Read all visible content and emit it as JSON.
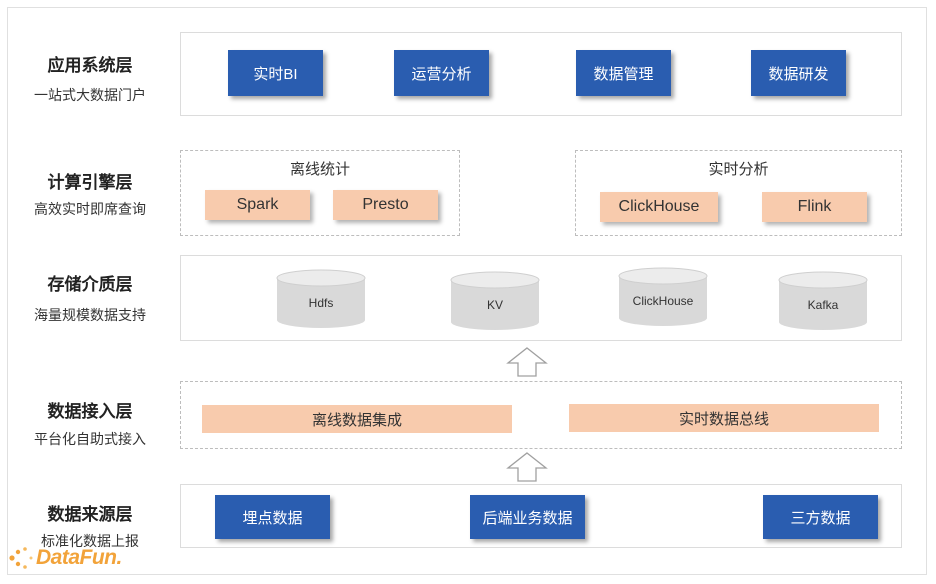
{
  "layers": [
    {
      "title": "应用系统层",
      "subtitle": "一站式大数据门户"
    },
    {
      "title": "计算引擎层",
      "subtitle": "高效实时即席查询"
    },
    {
      "title": "存储介质层",
      "subtitle": "海量规模数据支持"
    },
    {
      "title": "数据接入层",
      "subtitle": "平台化自助式接入"
    },
    {
      "title": "数据来源层",
      "subtitle": "标准化数据上报"
    }
  ],
  "application": {
    "items": [
      "实时BI",
      "运营分析",
      "数据管理",
      "数据研发"
    ]
  },
  "compute": {
    "offline": {
      "label": "离线统计",
      "items": [
        "Spark",
        "Presto"
      ]
    },
    "realtime": {
      "label": "实时分析",
      "items": [
        "ClickHouse",
        "Flink"
      ]
    }
  },
  "storage": {
    "items": [
      "Hdfs",
      "KV",
      "ClickHouse",
      "Kafka"
    ]
  },
  "ingest": {
    "items": [
      "离线数据集成",
      "实时数据总线"
    ]
  },
  "source": {
    "items": [
      "埋点数据",
      "后端业务数据",
      "三方数据"
    ]
  },
  "logo": {
    "text": "DataFun."
  },
  "colors": {
    "blue": "#2a5db0",
    "peach": "#f8cbad",
    "logo_orange": "#f2a33a"
  },
  "icons": [
    "database-cylinder-icon",
    "up-arrow-icon",
    "logo-dots-icon"
  ]
}
